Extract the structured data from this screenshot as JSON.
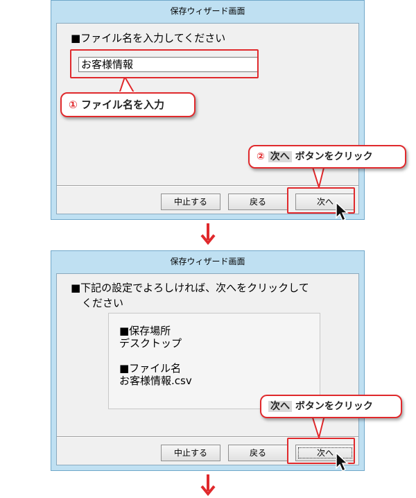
{
  "step1": {
    "window_title": "保存ウィザード画面",
    "prompt": "■ファイル名を入力してください",
    "filename_value": "お客様情報",
    "buttons": {
      "cancel": "中止する",
      "back": "戻る",
      "next": "次へ"
    },
    "callout_filename": {
      "number": "①",
      "text": "ファイル名を入力"
    },
    "callout_next": {
      "number": "②",
      "highlight": "次へ",
      "text": " ボタンをクリック"
    }
  },
  "step2": {
    "window_title": "保存ウィザード画面",
    "prompt_line1": "■下記の設定でよろしければ、次へをクリックして",
    "prompt_line2": "ください",
    "location_label": "■保存場所",
    "location_value": "デスクトップ",
    "filename_label": "■ファイル名",
    "filename_value": "お客様情報.csv",
    "buttons": {
      "cancel": "中止する",
      "back": "戻る",
      "next": "次へ"
    },
    "callout_next": {
      "highlight": "次へ",
      "text": " ボタンをクリック"
    }
  },
  "colors": {
    "accent_red": "#e0292c",
    "title_bar": "#bfe0f2",
    "client_bg": "#f0f0f0"
  },
  "icons": [
    "down-arrow-icon",
    "mouse-cursor-icon"
  ]
}
